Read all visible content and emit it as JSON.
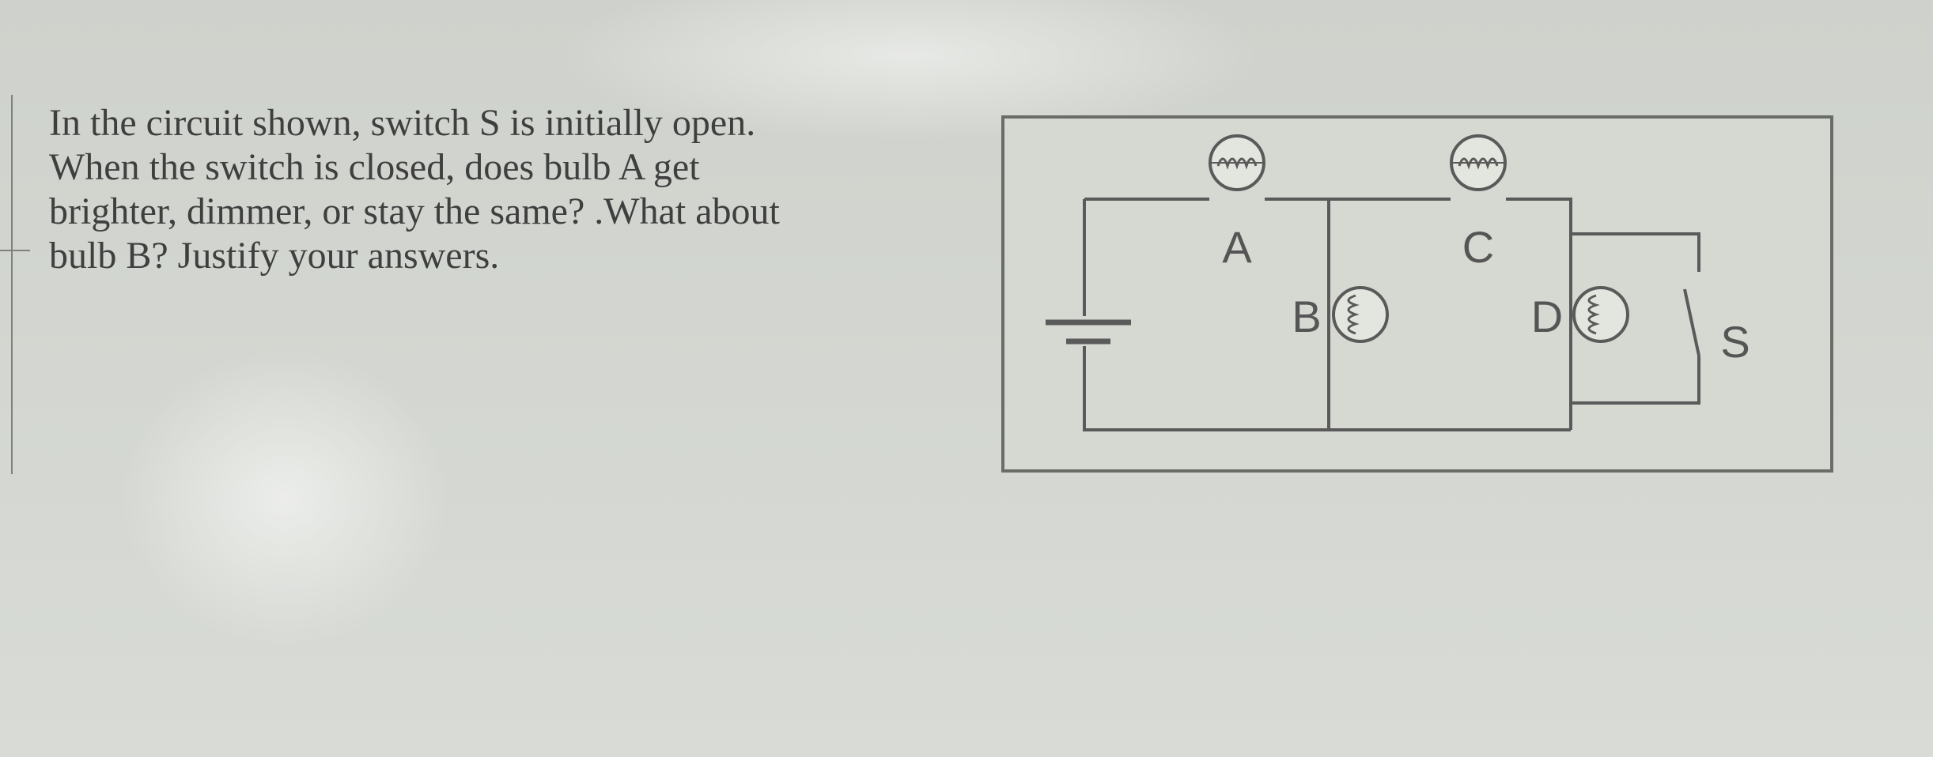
{
  "question": {
    "lines": [
      "In the circuit shown, switch S is initially open.",
      "When the switch is closed, does bulb A get",
      "brighter, dimmer, or stay the same? .What about",
      "bulb B?  Justify your answers."
    ]
  },
  "circuit": {
    "bulb_a_label": "A",
    "bulb_b_label": "B",
    "bulb_c_label": "C",
    "bulb_d_label": "D",
    "switch_label": "S"
  }
}
